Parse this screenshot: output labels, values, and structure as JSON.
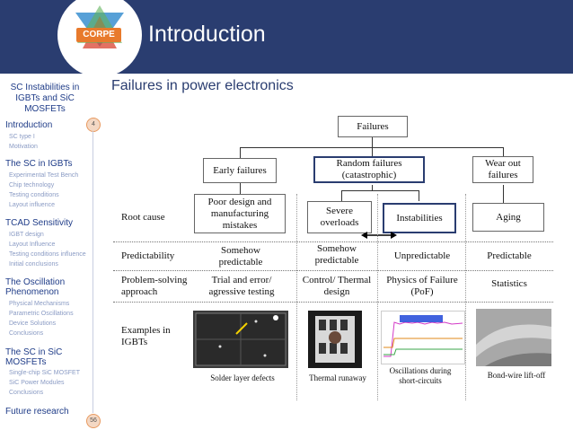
{
  "header": {
    "title": "Introduction",
    "logo_text": "CORPE",
    "colors": {
      "bar": "#2a3d70",
      "accent": "#e87a2c"
    }
  },
  "sidebar": {
    "heading": "SC Instabilities in IGBTs and SiC MOSFETs",
    "sections": [
      {
        "label": "Introduction",
        "items": [
          "SC type I",
          "Motivation"
        ]
      },
      {
        "label": "The SC in IGBTs",
        "items": [
          "Experimental Test Bench",
          "Chip technology",
          "Testing conditions",
          "Layout influence"
        ]
      },
      {
        "label": "TCAD Sensitivity",
        "items": [
          "IGBT design",
          "Layout Influence",
          "Testing conditions influence",
          "Initial conclusions"
        ]
      },
      {
        "label": "The Oscillation Phenomenon",
        "items": [
          "Physical Mechanisms",
          "Parametric Oscillations",
          "Device Solutions",
          "Conclusions"
        ]
      },
      {
        "label": "The SC in SiC MOSFETs",
        "items": [
          "Single-chip SiC MOSFET",
          "SiC Power Modules",
          "Conclusions"
        ]
      },
      {
        "label": "Future research",
        "items": []
      }
    ],
    "badge_current": "4",
    "badge_total": "56"
  },
  "main": {
    "subtitle": "Failures in power electronics",
    "root": "Failures",
    "categories": [
      "Early failures",
      "Random failures (catastrophic)",
      "Wear out failures"
    ],
    "causes": [
      "Poor design and manufacturing mistakes",
      "Severe overloads",
      "Instabilities",
      "Aging"
    ],
    "row_labels": [
      "Root cause",
      "Predictability",
      "Problem-solving approach",
      "Examples in IGBTs"
    ],
    "predictability": [
      "Somehow predictable",
      "Somehow predictable",
      "Unpredictable",
      "Predictable"
    ],
    "approach": [
      "Trial and error/ agressive testing",
      "Control/ Thermal design",
      "Physics of Failure (PoF)",
      "Statistics"
    ],
    "examples": [
      "Solder layer defects",
      "Thermal runaway",
      "Oscillations during short-circuits",
      "Bond-wire lift-off"
    ]
  }
}
